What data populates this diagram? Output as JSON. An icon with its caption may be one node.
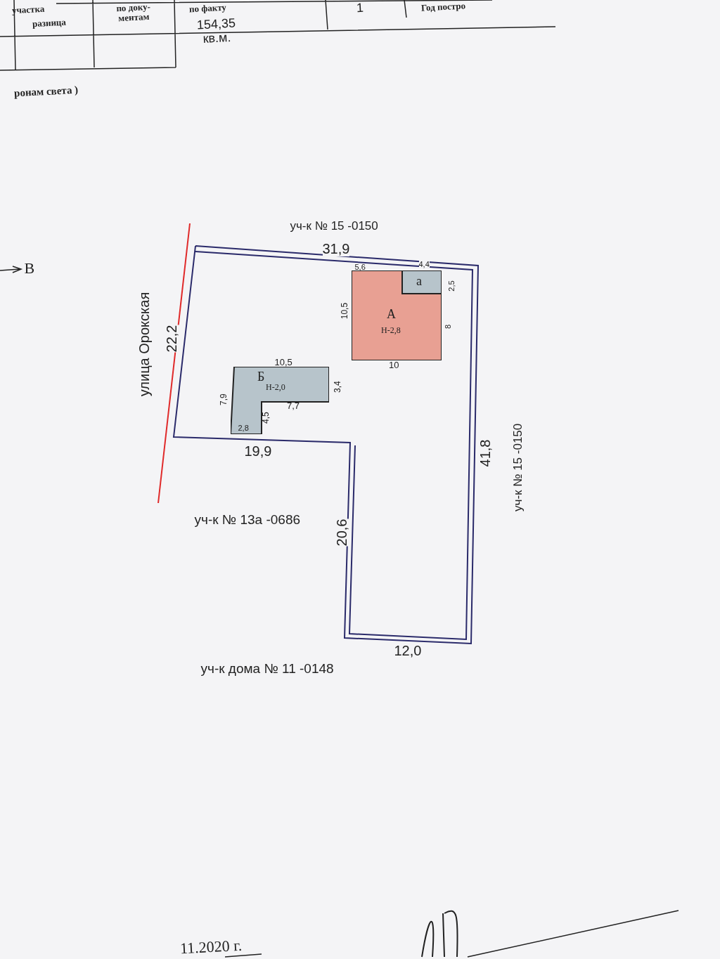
{
  "diagram": {
    "nodes": [
      {
        "text": [
          "А",
          "Н-2,8"
        ]
      },
      {
        "text": [
          "а"
        ],
        "in": 0
      },
      {
        "text": [
          "Б",
          "Н-2,0"
        ]
      }
    ],
    "labels": [
      "участка",
      "разница",
      "по доку- ментам",
      "по факту",
      "154,35 кв.м.",
      "1",
      "Год постро",
      "ронам света )",
      "В",
      "уч-к № 15 -0150",
      "31,9",
      "5,6",
      "4,4",
      "2,5",
      "10,5",
      "8",
      "10",
      "улица Орокская",
      "22,2",
      "10,5",
      "3,4",
      "7,9",
      "7,7",
      "4,5",
      "2,8",
      "19,9",
      "41,8",
      "уч-к № 15 -0150",
      "уч-к № 13а -0686",
      "20,6",
      "12,0",
      "уч-к дома № 11 -0148",
      "11.2020 г."
    ]
  }
}
